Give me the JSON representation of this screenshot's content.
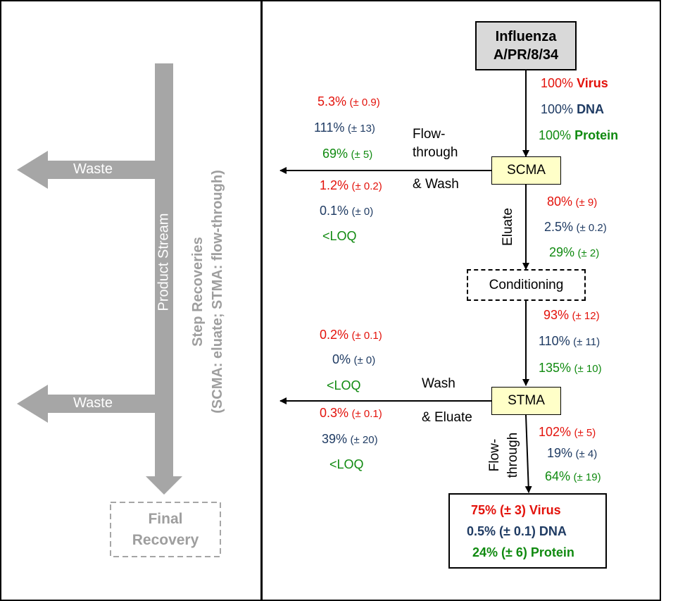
{
  "left_panel": {
    "waste_top": "Waste",
    "waste_bottom": "Waste",
    "product_stream": "Product Stream",
    "step_recoveries_line1": "Step Recoveries",
    "step_recoveries_line2": "(SCMA: eluate; STMA: flow-through)",
    "final_recovery_line1": "Final",
    "final_recovery_line2": "Recovery"
  },
  "nodes": {
    "influenza_line1": "Influenza",
    "influenza_line2": "A/PR/8/34",
    "scma": "SCMA",
    "conditioning": "Conditioning",
    "stma": "STMA"
  },
  "edge_labels": {
    "flow_through_line1": "Flow-",
    "flow_through_line2": "through",
    "and_wash": "& Wash",
    "eluate": "Eluate",
    "wash": "Wash",
    "and_eluate": "& Eluate",
    "ft_line1": "Flow-",
    "ft_line2": "through"
  },
  "start_recoveries": {
    "virus_pct": "100%",
    "virus_name": "Virus",
    "dna_pct": "100%",
    "dna_name": "DNA",
    "protein_pct": "100%",
    "protein_name": "Protein"
  },
  "scma_flow_through": {
    "virus_pct": "5.3%",
    "virus_err": "(± 0.9)",
    "dna_pct": "111%",
    "dna_err": "(± 13)",
    "protein_pct": "69%",
    "protein_err": "(± 5)"
  },
  "scma_wash": {
    "virus_pct": "1.2%",
    "virus_err": "(± 0.2)",
    "dna_pct": "0.1%",
    "dna_err": "(± 0)",
    "protein_value": "<LOQ"
  },
  "scma_eluate": {
    "virus_pct": "80%",
    "virus_err": "(± 9)",
    "dna_pct": "2.5%",
    "dna_err": "(± 0.2)",
    "protein_pct": "29%",
    "protein_err": "(± 2)"
  },
  "conditioning_out": {
    "virus_pct": "93%",
    "virus_err": "(± 12)",
    "dna_pct": "110%",
    "dna_err": "(± 11)",
    "protein_pct": "135%",
    "protein_err": "(± 10)"
  },
  "stma_wash": {
    "virus_pct": "0.2%",
    "virus_err": "(± 0.1)",
    "dna_pct": "0%",
    "dna_err": "(± 0)",
    "protein_value": "<LOQ"
  },
  "stma_eluate": {
    "virus_pct": "0.3%",
    "virus_err": "(± 0.1)",
    "dna_pct": "39%",
    "dna_err": "(± 20)",
    "protein_value": "<LOQ"
  },
  "stma_flow_through": {
    "virus_pct": "102%",
    "virus_err": "(± 5)",
    "dna_pct": "19%",
    "dna_err": "(± 4)",
    "protein_pct": "64%",
    "protein_err": "(± 19)"
  },
  "final_recovery": {
    "virus": "75% (± 3) Virus",
    "dna": "0.5% (± 0.1) DNA",
    "protein": "24% (± 6) Protein"
  },
  "colors": {
    "virus": "#e3120b",
    "dna": "#1f3b63",
    "protein": "#108a10",
    "stream_gray": "#a6a6a6",
    "node_gray": "#d9d9d9",
    "node_yellow": "#ffffc8"
  }
}
